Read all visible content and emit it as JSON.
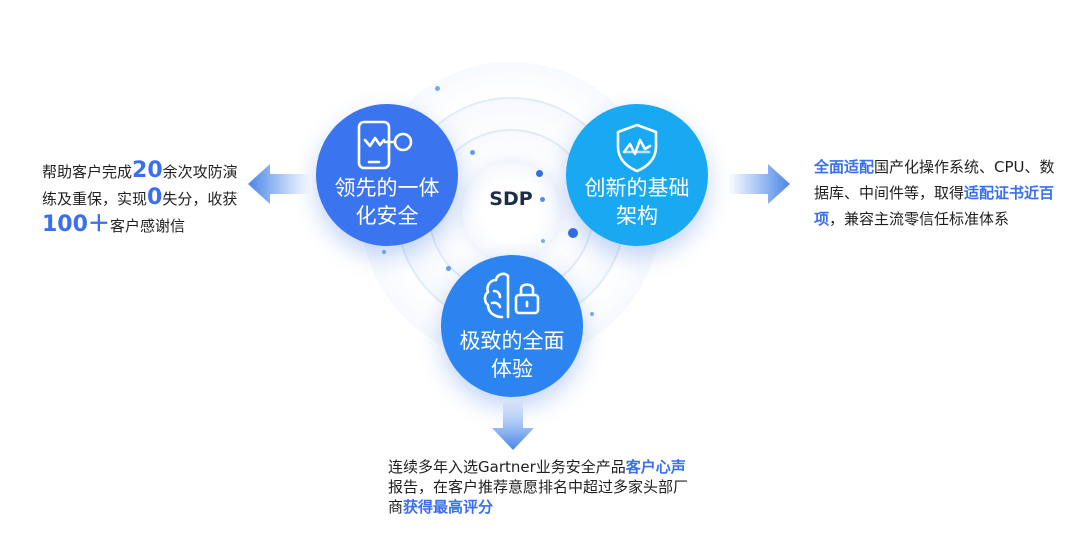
{
  "center": {
    "label": "SDP"
  },
  "features": {
    "left": {
      "line1": "领先的一体",
      "line2": "化安全",
      "icon": "phone-key-icon"
    },
    "right": {
      "line1": "创新的基础",
      "line2": "架构",
      "icon": "shield-chart-icon"
    },
    "bottom": {
      "line1": "极致的全面",
      "line2": "体验",
      "icon": "brain-lock-icon"
    }
  },
  "left_text": {
    "p1": "帮助客户完成",
    "n1": "20",
    "p2": "余次攻防演练及重保，实现",
    "n2": "0",
    "p3": "失分，收获",
    "n3": "100＋",
    "p4": "客户感谢信"
  },
  "right_text": {
    "h1": "全面适配",
    "p1": "国产化操作系统、CPU、数据库、中间件等，取得",
    "h2": "适配证书近百项",
    "p2": "，兼容主流零信任标准体系"
  },
  "bottom_text": {
    "p1": "连续多年入选Gartner业务安全产品",
    "h1": "客户心声",
    "p2": "报告，在客户推荐意愿排名中超过多家头部厂商",
    "h2": "获得最高评分"
  },
  "colors": {
    "highlight": "#3a6ff0",
    "left_circle": "#3a74ef",
    "right_circle": "#19a9f2",
    "bottom_circle": "#2b84f0"
  }
}
